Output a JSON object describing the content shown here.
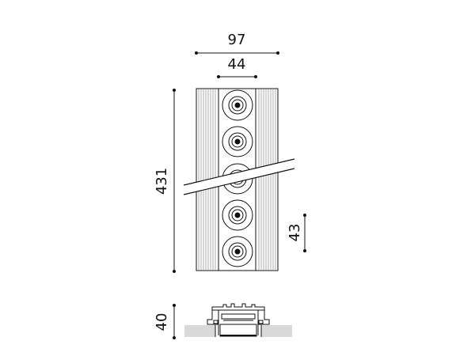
{
  "dimensions": {
    "total_width": "97",
    "module_width": "44",
    "total_length": "431",
    "module_pitch": "43",
    "depth": "40"
  },
  "module_count": 5,
  "colors": {
    "line": "#111111",
    "fin": "#9a9a9a",
    "ceiling": "#d9d9d9",
    "background": "#ffffff"
  }
}
